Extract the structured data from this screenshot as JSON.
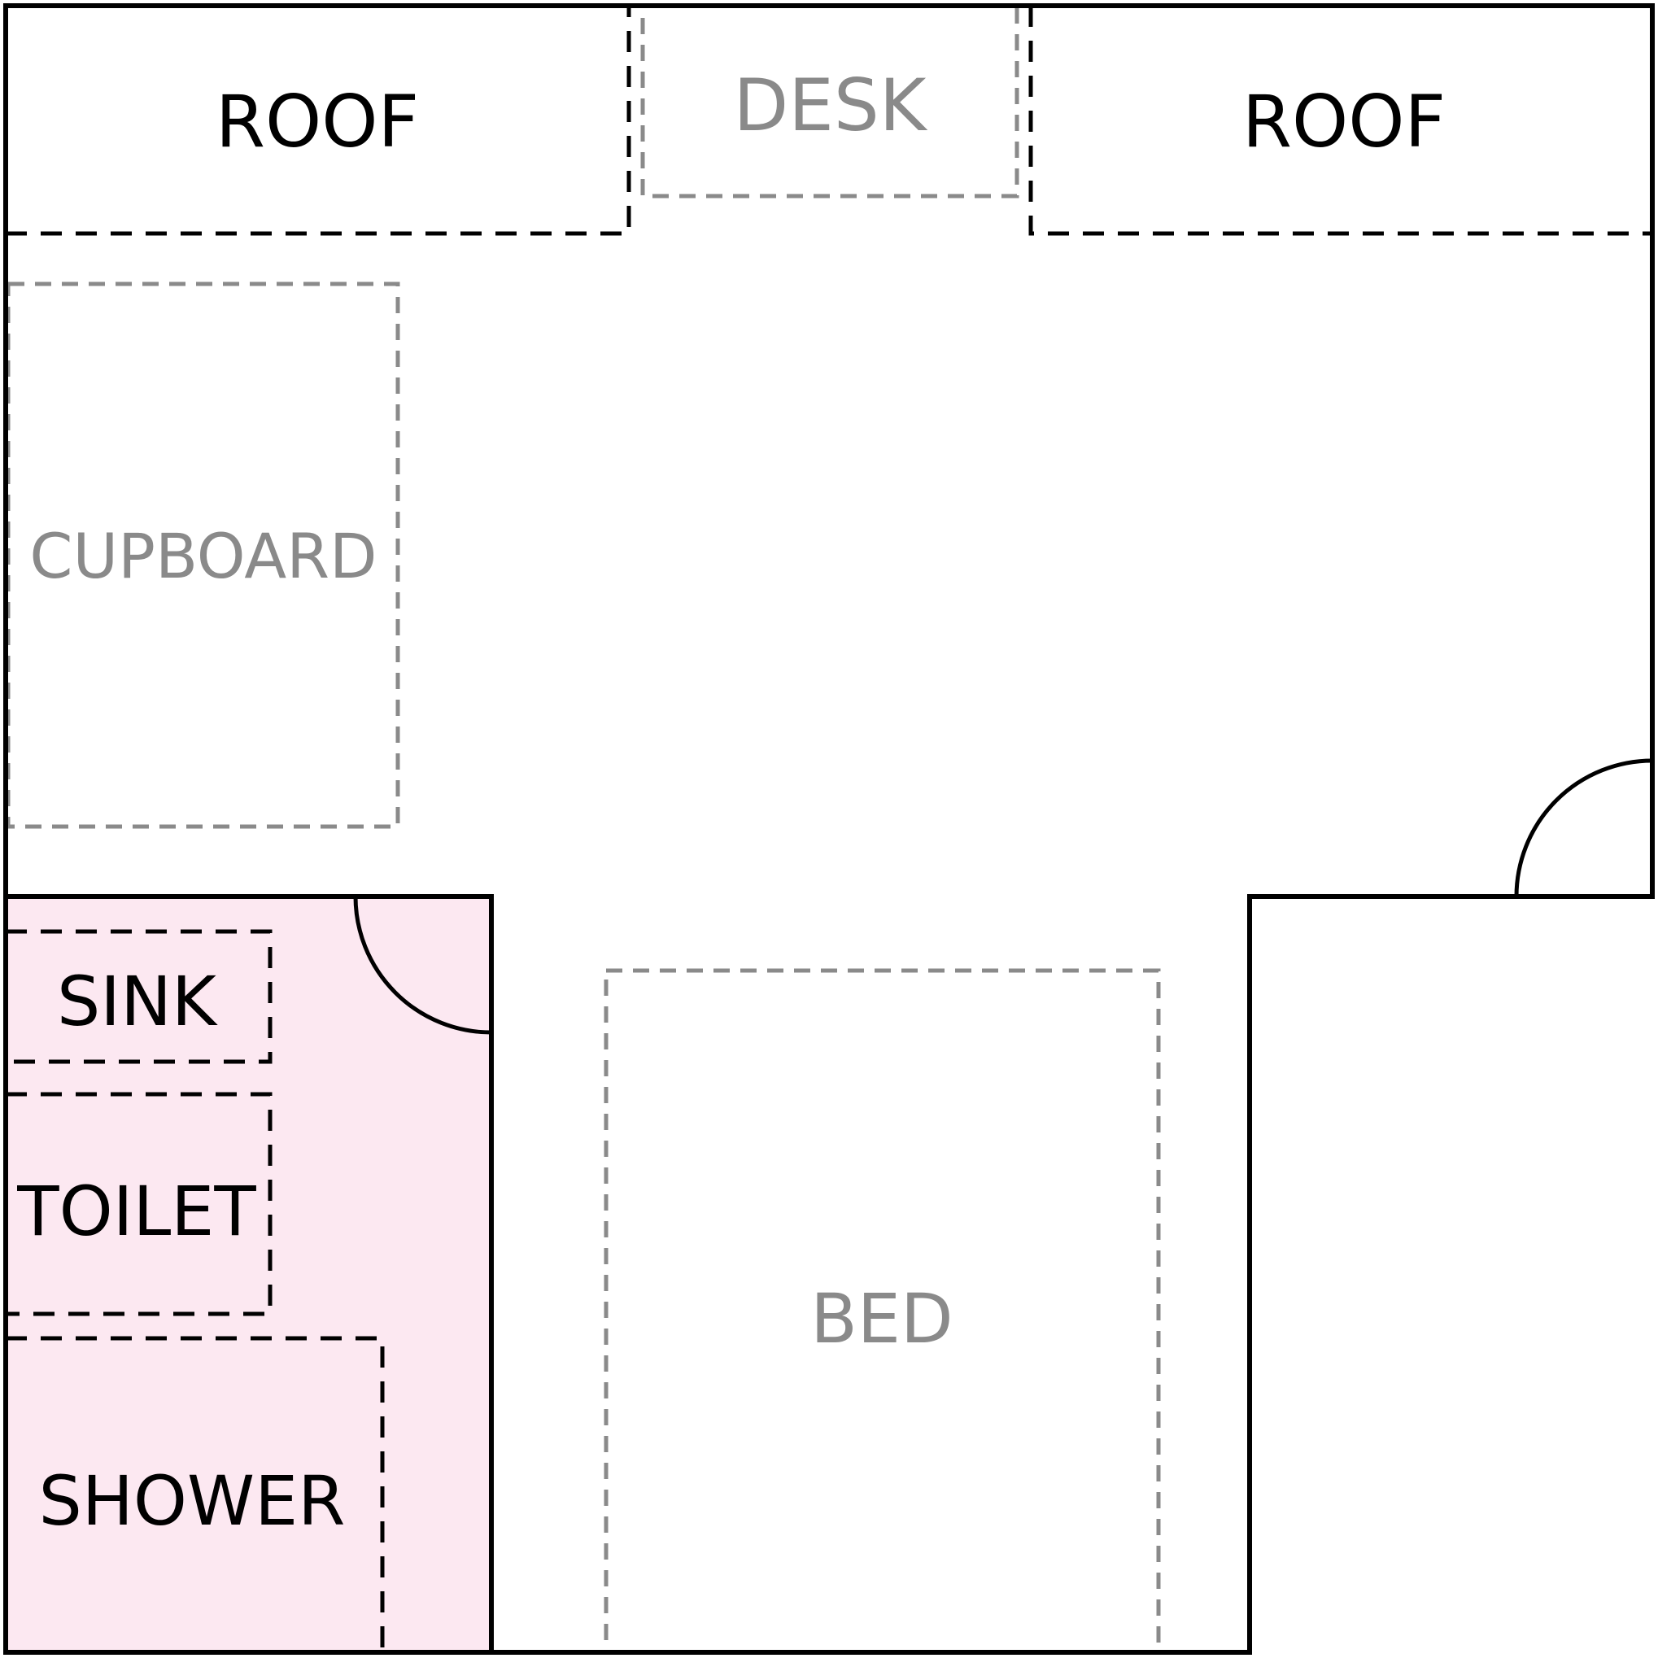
{
  "colors": {
    "wall": "#000000",
    "furniture_outline": "#8a8a8a",
    "furniture_label": "#8a8a8a",
    "fixture_outline": "#000000",
    "fixture_label": "#000000",
    "bathroom_fill": "#fce8f1",
    "background": "#ffffff"
  },
  "labels": {
    "roof_left": "ROOF",
    "desk": "DESK",
    "roof_right": "ROOF",
    "cupboard": "CUPBOARD",
    "sink": "SINK",
    "toilet": "TOILET",
    "shower": "SHOWER",
    "bed": "BED"
  }
}
